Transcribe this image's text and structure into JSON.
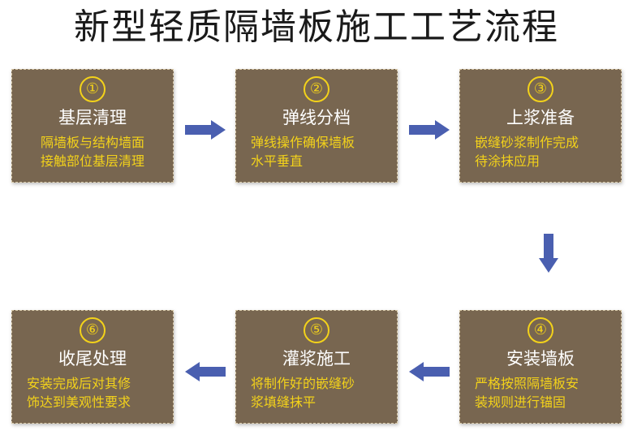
{
  "title": "新型轻质隔墙板施工工艺流程",
  "colors": {
    "box": "#786650",
    "number": "#f3d21a",
    "arrow": "#4a5fb0"
  },
  "steps": [
    {
      "num": "①",
      "name": "基层清理",
      "desc1": "隔墙板与结构墙面",
      "desc2": "接触部位基层清理"
    },
    {
      "num": "②",
      "name": "弹线分档",
      "desc1": "弹线操作确保墙板",
      "desc2": "水平垂直"
    },
    {
      "num": "③",
      "name": "上浆准备",
      "desc1": "嵌缝砂浆制作完成",
      "desc2": "待涂抹应用"
    },
    {
      "num": "④",
      "name": "安装墙板",
      "desc1": "严格按照隔墙板安",
      "desc2": "装规则进行锚固"
    },
    {
      "num": "⑤",
      "name": "灌浆施工",
      "desc1": "将制作好的嵌缝砂",
      "desc2": "浆填缝抹平"
    },
    {
      "num": "⑥",
      "name": "收尾处理",
      "desc1": "安装完成后对其修",
      "desc2": "饰达到美观性要求"
    }
  ]
}
